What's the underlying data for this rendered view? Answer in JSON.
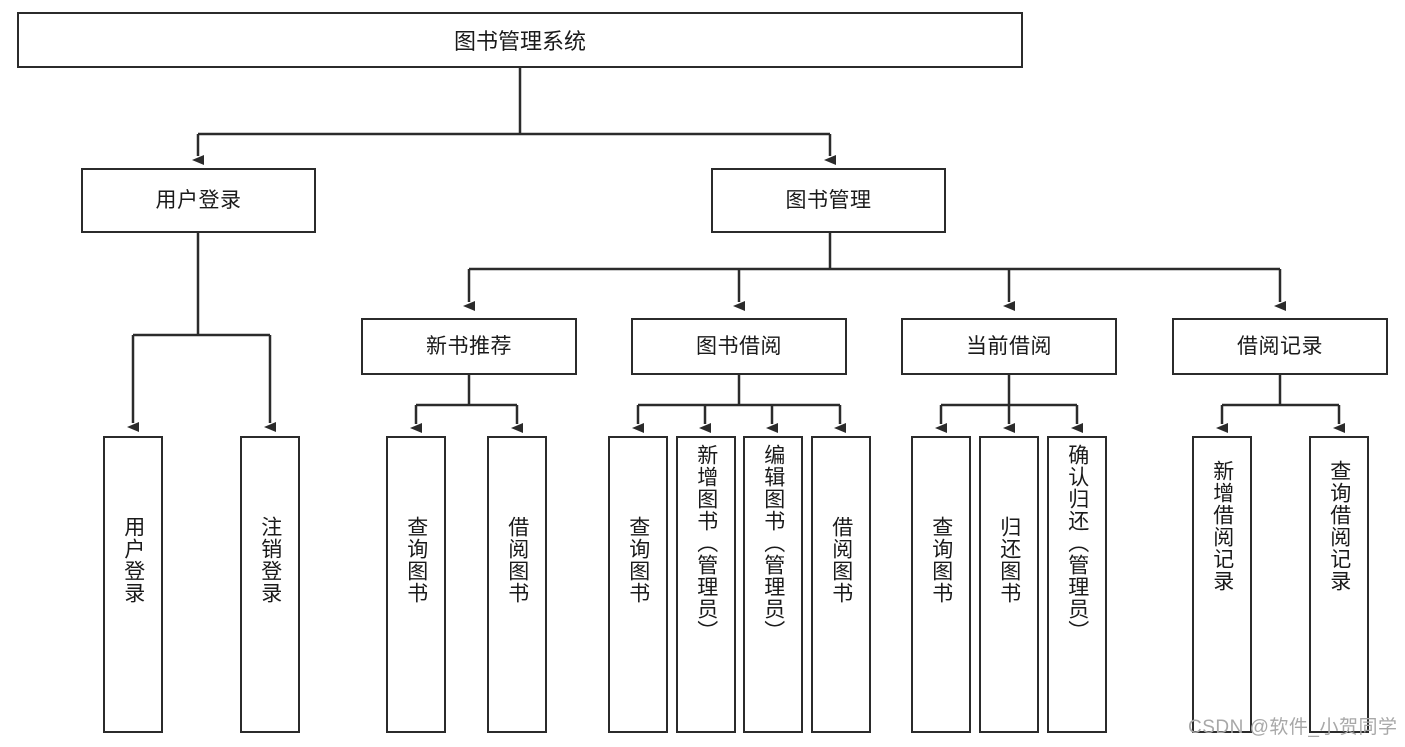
{
  "diagram": {
    "title": "图书管理系统",
    "type": "hierarchy-tree",
    "root": {
      "label": "图书管理系统"
    },
    "level2": [
      {
        "id": "user-login",
        "label": "用户登录"
      },
      {
        "id": "book-management",
        "label": "图书管理"
      }
    ],
    "level3": [
      {
        "id": "new-book-recommend",
        "label": "新书推荐",
        "parent": "book-management"
      },
      {
        "id": "book-borrow",
        "label": "图书借阅",
        "parent": "book-management"
      },
      {
        "id": "current-borrow",
        "label": "当前借阅",
        "parent": "book-management"
      },
      {
        "id": "borrow-record",
        "label": "借阅记录",
        "parent": "book-management"
      }
    ],
    "leaves": [
      {
        "id": "leaf-user-login",
        "label": "用户登录",
        "parent": "user-login"
      },
      {
        "id": "leaf-logout-login",
        "label": "注销登录",
        "parent": "user-login"
      },
      {
        "id": "leaf-query-book-1",
        "label": "查询图书",
        "parent": "new-book-recommend"
      },
      {
        "id": "leaf-borrow-book-1",
        "label": "借阅图书",
        "parent": "new-book-recommend"
      },
      {
        "id": "leaf-query-book-2",
        "label": "查询图书",
        "parent": "book-borrow"
      },
      {
        "id": "leaf-add-book",
        "label": "新增图书（管理员）",
        "parent": "book-borrow"
      },
      {
        "id": "leaf-edit-book",
        "label": "编辑图书（管理员）",
        "parent": "book-borrow"
      },
      {
        "id": "leaf-borrow-book-2",
        "label": "借阅图书",
        "parent": "book-borrow"
      },
      {
        "id": "leaf-query-book-3",
        "label": "查询图书",
        "parent": "current-borrow"
      },
      {
        "id": "leaf-return-book",
        "label": "归还图书",
        "parent": "current-borrow"
      },
      {
        "id": "leaf-confirm-return",
        "label": "确认归还（管理员）",
        "parent": "current-borrow"
      },
      {
        "id": "leaf-add-record",
        "label": "新增借阅记录",
        "parent": "borrow-record"
      },
      {
        "id": "leaf-query-record",
        "label": "查询借阅记录",
        "parent": "borrow-record"
      }
    ],
    "watermark": "CSDN @软件_小贺同学",
    "colors": {
      "box_border": "#2b2b2b",
      "box_fill": "#ffffff",
      "text": "#1a1a1a",
      "edge": "#2b2b2b",
      "watermark": "#a8a8a8",
      "background": "#ffffff"
    }
  }
}
